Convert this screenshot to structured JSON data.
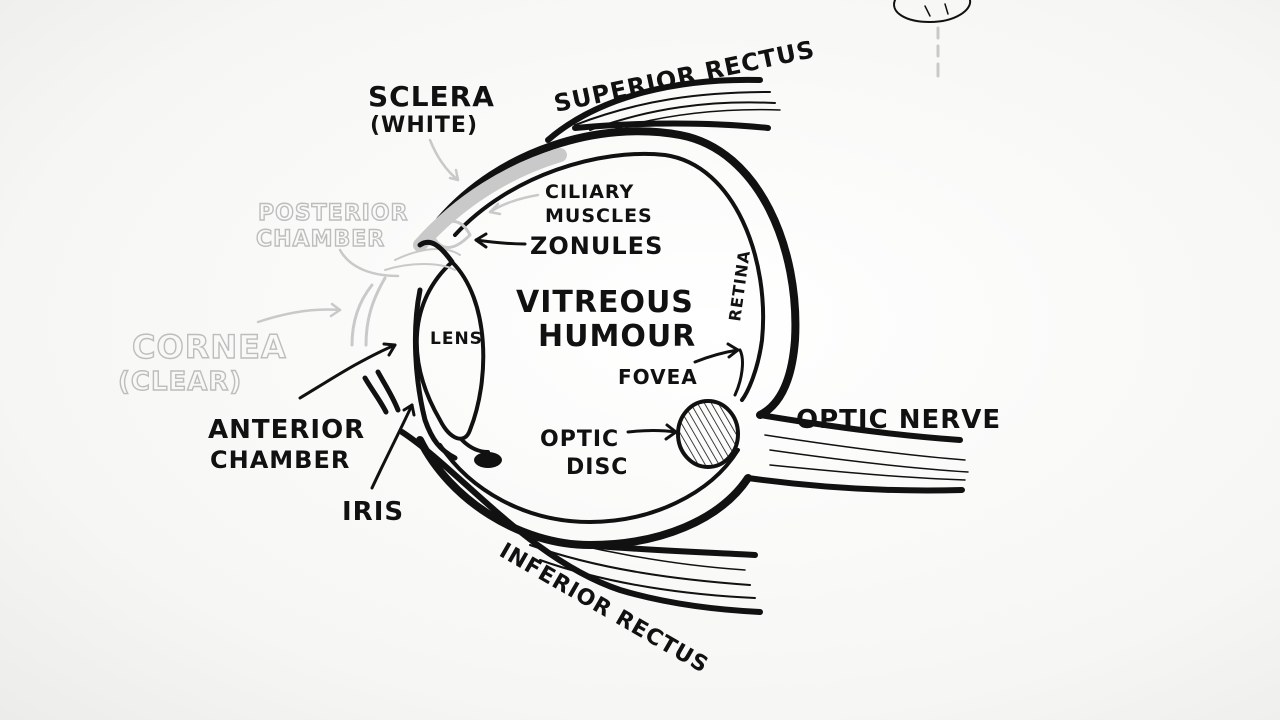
{
  "labels": {
    "superior_rectus": "SUPERIOR RECTUS",
    "sclera_line1": "SCLERA",
    "sclera_line2": "(WHITE)",
    "ciliary_line1": "CILIARY",
    "ciliary_line2": "MUSCLES",
    "zonules": "ZONULES",
    "posterior_line1": "POSTERIOR",
    "posterior_line2": "CHAMBER",
    "vitreous_line1": "VITREOUS",
    "vitreous_line2": "HUMOUR",
    "retina": "RETINA",
    "lens": "LENS",
    "cornea_line1": "CORNEA",
    "cornea_line2": "(CLEAR)",
    "fovea": "FOVEA",
    "anterior_line1": "ANTERIOR",
    "anterior_line2": "CHAMBER",
    "optic_nerve": "OPTIC NERVE",
    "optic_disc_line1": "OPTIC",
    "optic_disc_line2": "DISC",
    "iris": "IRIS",
    "inferior_rectus": "INFERIOR RECTUS"
  },
  "colors": {
    "ink": "#111111",
    "faint_ink": "#c0c0c0",
    "background": "#f7f7f5"
  }
}
